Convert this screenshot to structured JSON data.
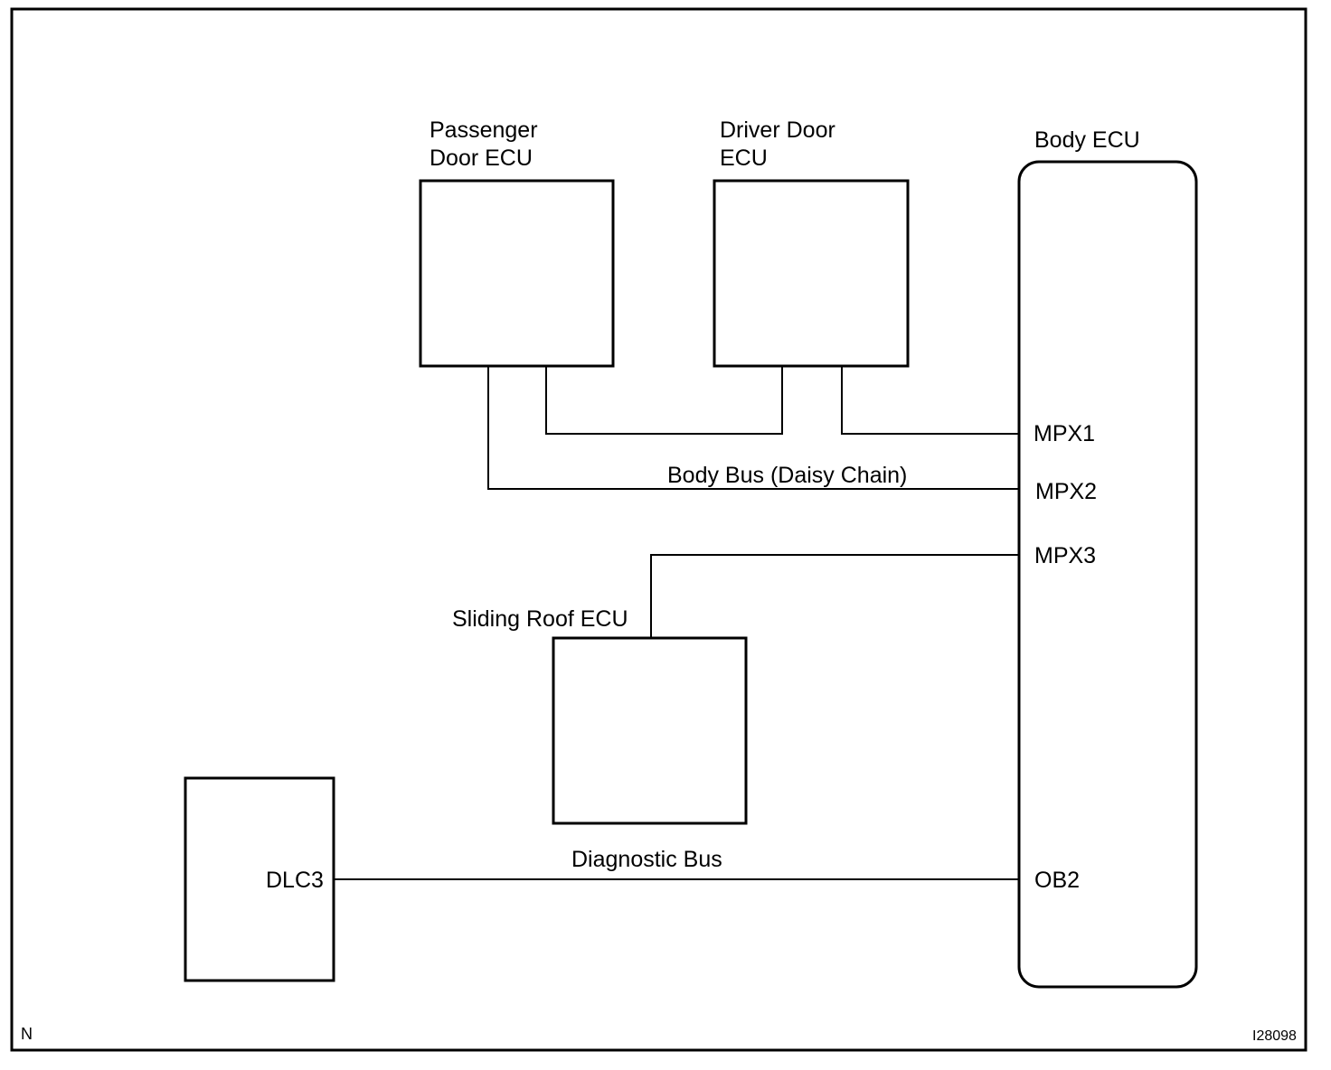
{
  "components": {
    "passenger_door_ecu": {
      "line1": "Passenger",
      "line2": "Door ECU"
    },
    "driver_door_ecu": {
      "line1": "Driver Door",
      "line2": "ECU"
    },
    "body_ecu": {
      "label": "Body ECU"
    },
    "sliding_roof_ecu": {
      "label": "Sliding Roof ECU"
    },
    "dlc3": {
      "label": "DLC3"
    }
  },
  "terminals": {
    "mpx1": "MPX1",
    "mpx2": "MPX2",
    "mpx3": "MPX3",
    "ob2": "OB2"
  },
  "buses": {
    "body_bus": "Body Bus (Daisy Chain)",
    "diagnostic_bus": "Diagnostic Bus"
  },
  "corner": {
    "bottom_left": "N",
    "bottom_right": "I28098"
  }
}
